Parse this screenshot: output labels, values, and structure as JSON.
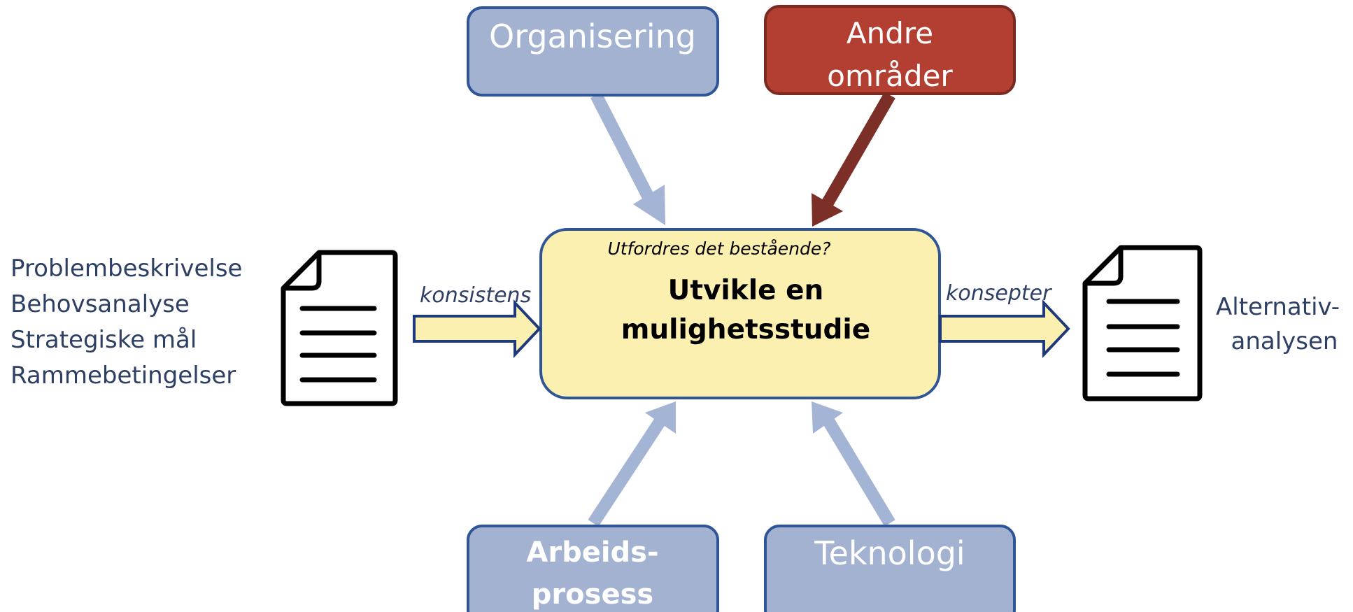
{
  "colors": {
    "box_fill": "#a2b2d0",
    "box_stroke": "#2f5597",
    "other_fill": "#b33f32",
    "other_stroke": "#7b2a22",
    "other_arrow": "#7b2f27",
    "input_arrow": "#a4b4d4",
    "center_fill": "#fbf0b0",
    "center_stroke": "#2f5597",
    "flow_arrow_fill": "#fbf0b0",
    "flow_arrow_stroke": "#1f3a7a"
  },
  "center": {
    "question": "Utfordres det bestående?",
    "title_line1": "Utvikle en",
    "title_line2": "mulighetsstudie"
  },
  "boxes": {
    "organisering": "Organisering",
    "andre_line1": "Andre",
    "andre_line2": "områder",
    "arbeids_line1": "Arbeids-",
    "arbeids_line2": "prosess",
    "teknologi": "Teknologi"
  },
  "inputs": {
    "items": [
      "Problembeskrivelse",
      "Behovsanalyse",
      "Strategiske mål",
      "Rammebetingelser"
    ]
  },
  "flows": {
    "in_label": "konsistens",
    "out_label": "konsepter"
  },
  "output": {
    "line1": "Alternativ-",
    "line2": "analysen"
  },
  "icons": {
    "input_document": "document-icon",
    "output_document": "document-icon"
  }
}
